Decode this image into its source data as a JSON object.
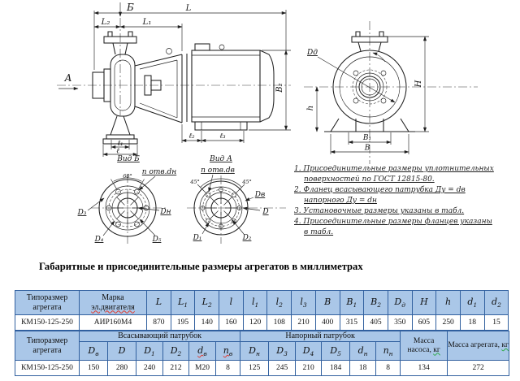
{
  "colors": {
    "table_header_fill": "#aac7e8",
    "table_border": "#31609f",
    "drawing_ink": "#1f1f1f",
    "spellcheck_red": "#e03a2f",
    "spellcheck_green": "#2faa4a"
  },
  "title": "Габаритные и присоединительные размеры агрегатов в миллиметрах",
  "drawing": {
    "side_view": {
      "view_arrow": "А",
      "section_arrow": "Б",
      "dim_L": "L",
      "dim_L1": "L₁",
      "dim_L2": "L₂",
      "dim_B2": "В₂",
      "dim_l": "ℓ",
      "dim_l1": "ℓ₁",
      "dim_l2": "ℓ₂",
      "dim_l3": "ℓ₃"
    },
    "front_view": {
      "dim_Dd": "Dд",
      "dim_H": "Н",
      "dim_h": "h",
      "dim_B1": "В₁",
      "dim_B": "В"
    },
    "flange_view_b": {
      "title": "Вид Б",
      "angle": "60°",
      "holes_note": "n отв.dн",
      "dim_D3": "D₃",
      "dim_D4": "D₄",
      "dim_D5": "D₅",
      "dim_Dn": "Dн"
    },
    "flange_view_a": {
      "title": "Вид А",
      "angle_left": "45°",
      "angle_right": "45°",
      "holes_note": "n отв.dв",
      "dim_Dv": "Dв",
      "dim_D": "D",
      "dim_D1": "D₁",
      "dim_D2": "D₂"
    },
    "notes": [
      "1. Присоединительные размеры уплотнительных",
      "поверхностей по ГОСТ 12815-80.",
      "2. Фланец всасывающего патрубка Ду = dв",
      "напорного Ду = dн",
      "3. Установочные размеры указаны в табл.",
      "4. Присоединительные размеры фланцев указаны",
      "в табл."
    ]
  },
  "table1": {
    "header_size": "Типоразмер агрегата",
    "header_motor_line1": "Марка",
    "header_motor_line2": "эл.двигателя",
    "cols": [
      {
        "b": "L",
        "s": ""
      },
      {
        "b": "L",
        "s": "1"
      },
      {
        "b": "L",
        "s": "2"
      },
      {
        "b": "l",
        "s": ""
      },
      {
        "b": "l",
        "s": "1"
      },
      {
        "b": "l",
        "s": "2"
      },
      {
        "b": "l",
        "s": "3"
      },
      {
        "b": "B",
        "s": ""
      },
      {
        "b": "B",
        "s": "1"
      },
      {
        "b": "B",
        "s": "2"
      },
      {
        "b": "D",
        "s": "д"
      },
      {
        "b": "H",
        "s": ""
      },
      {
        "b": "h",
        "s": ""
      },
      {
        "b": "d",
        "s": "1"
      },
      {
        "b": "d",
        "s": "2"
      }
    ],
    "row": {
      "size": "КМ150-125-250",
      "motor": "АИР160М4",
      "values": [
        "870",
        "195",
        "140",
        "160",
        "120",
        "108",
        "210",
        "400",
        "315",
        "405",
        "350",
        "605",
        "250",
        "18",
        "15"
      ]
    }
  },
  "table2": {
    "header_size": "Типоразмер агрегата",
    "group_suction": "Всасывающий патрубок",
    "group_discharge": "Напорный патрубок",
    "mass_pump_label": "Масса насоса,",
    "mass_pump_unit": "кг",
    "mass_unit_label": "Масса агрегата,",
    "mass_unit_unit": "кг",
    "subcols": [
      {
        "b": "D",
        "s": "в"
      },
      {
        "b": "D",
        "s": ""
      },
      {
        "b": "D",
        "s": "1"
      },
      {
        "b": "D",
        "s": "2"
      },
      {
        "b": "d",
        "s": "в"
      },
      {
        "b": "n",
        "s": "в"
      },
      {
        "b": "D",
        "s": "н"
      },
      {
        "b": "D",
        "s": "3"
      },
      {
        "b": "D",
        "s": "4"
      },
      {
        "b": "D",
        "s": "5"
      },
      {
        "b": "d",
        "s": "н"
      },
      {
        "b": "n",
        "s": "н"
      }
    ],
    "row": {
      "size": "КМ150-125-250",
      "values": [
        "150",
        "280",
        "240",
        "212",
        "М20",
        "8",
        "125",
        "245",
        "210",
        "184",
        "18",
        "8",
        "134",
        "272"
      ]
    }
  }
}
